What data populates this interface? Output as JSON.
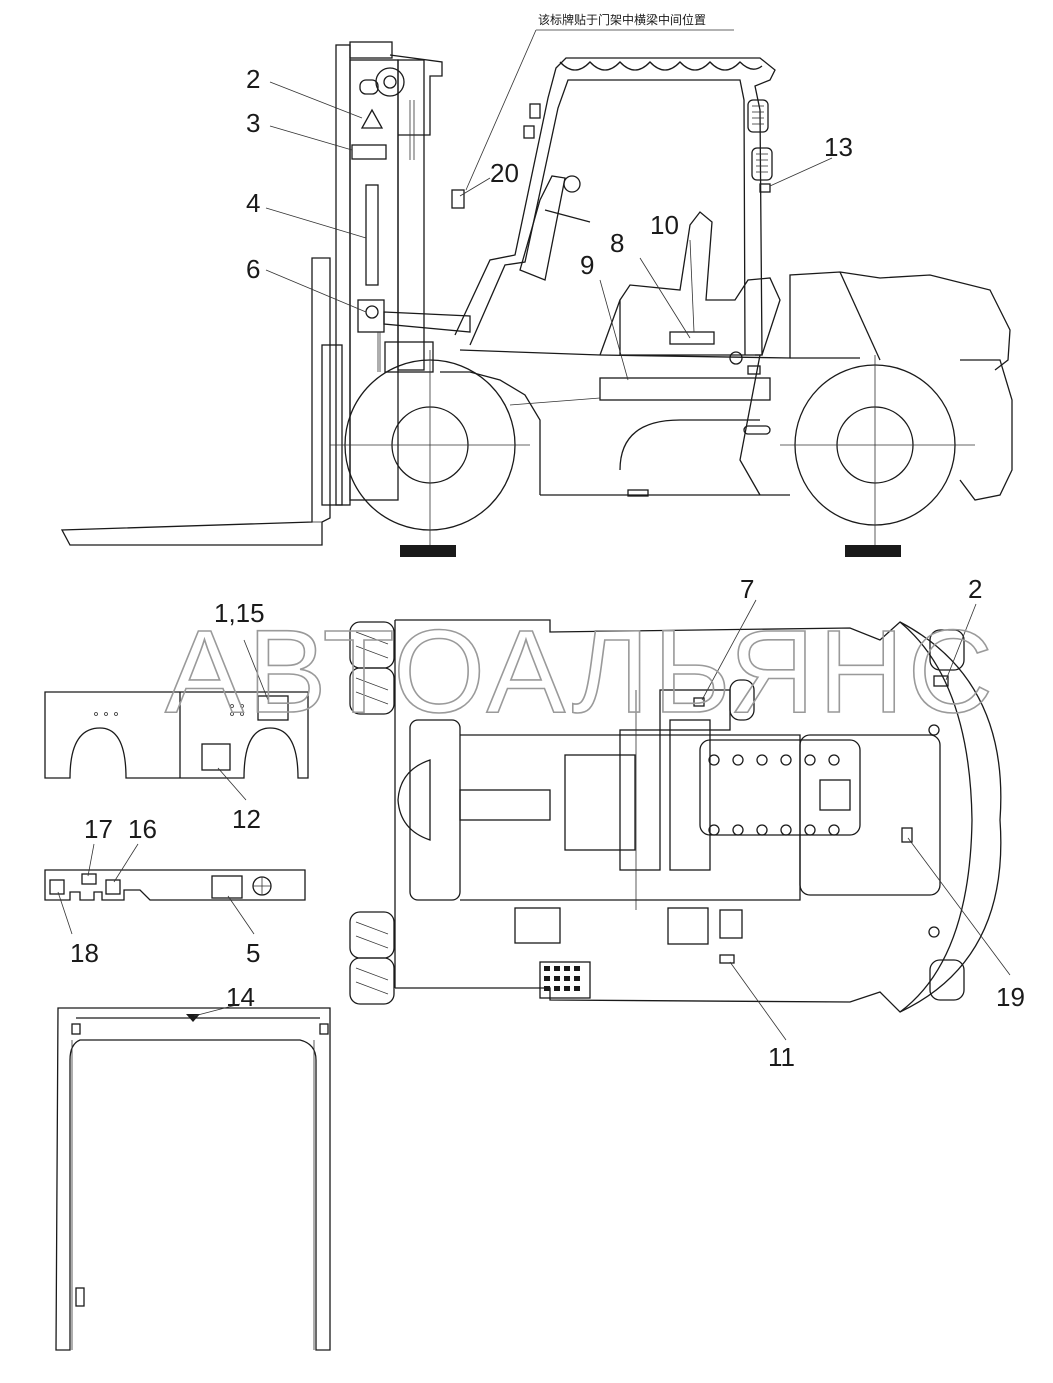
{
  "note_text": "该标牌贴于门架中横梁中间位置",
  "watermark": "АВТОАЛЬЯНС",
  "callouts": {
    "c1_15": "1,15",
    "c2_side": "2",
    "c2_top": "2",
    "c3": "3",
    "c4": "4",
    "c5": "5",
    "c6": "6",
    "c7": "7",
    "c8": "8",
    "c9": "9",
    "c10": "10",
    "c11": "11",
    "c12": "12",
    "c13": "13",
    "c14": "14",
    "c16": "16",
    "c17": "17",
    "c18": "18",
    "c19": "19",
    "c20": "20"
  }
}
